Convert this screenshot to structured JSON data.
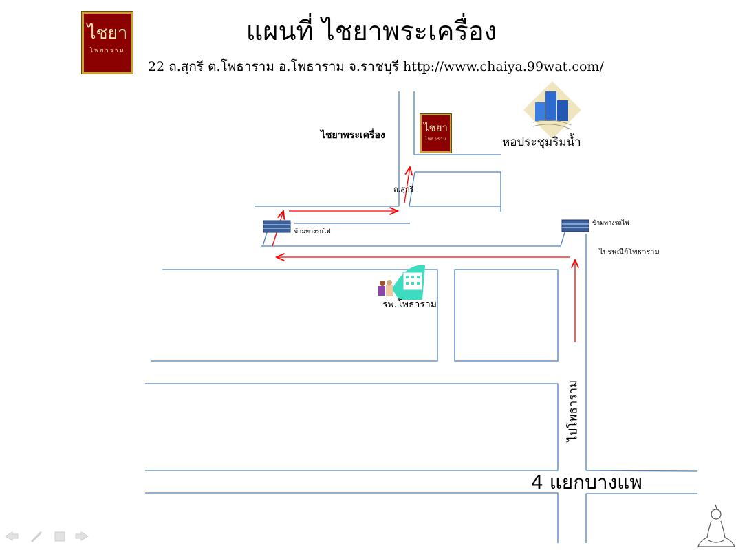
{
  "header": {
    "title": "แผนที่ ไชยาพระเครื่อง",
    "address": "22 ถ.สุกรี ต.โพธาราม อ.โพธาราม จ.ราชบุรี http://www.chaiya.99wat.com/"
  },
  "logo": {
    "main": "ไชยา",
    "sub": "โพธาราม"
  },
  "map": {
    "shop_label": "ไชยาพระเครื่อง",
    "hall_label": "หอประชุมริมน้ำ",
    "road_label": "ถ.สุกรี",
    "crossing_left_label": "ข้ามทางรถไฟ",
    "crossing_right_label": "ข้ามทางรถไฟ",
    "post_office_label": "ไปรษณีย์โพธาราม",
    "hospital_label": "รพ.โพธาราม",
    "to_photharam_label": "ไปโพธาราม",
    "intersection_label": "4 แยกบางแพ"
  },
  "colors": {
    "road_line": "#4f81bd",
    "arrow": "#ff0000",
    "logo_bg": "#8b0000",
    "logo_border": "#c8a23a",
    "rail": "#3a5f9a"
  },
  "icons": [
    "buildings-icon",
    "hospital-icon",
    "railway-crossing-icon",
    "buddha-icon",
    "slide-nav-icons"
  ]
}
